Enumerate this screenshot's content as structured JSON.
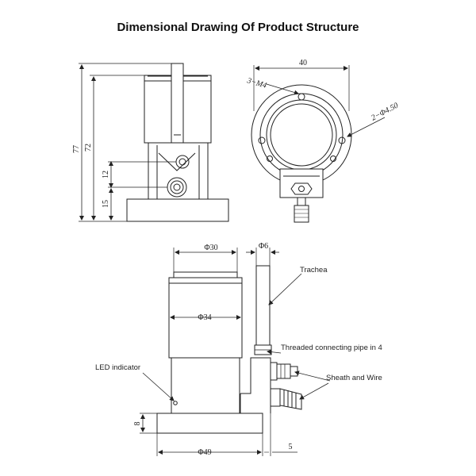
{
  "title": "Dimensional Drawing Of Product Structure",
  "side_view": {
    "dim_77": "77",
    "dim_72": "72",
    "dim_12": "12",
    "dim_15": "15"
  },
  "top_view": {
    "dim_40": "40",
    "callout_3m4": "3−M4",
    "callout_2phi": "2−Φ4.50"
  },
  "front_view": {
    "dim_phi30": "Φ30",
    "dim_phi6": "Φ6",
    "dim_phi34": "Φ34",
    "dim_phi49": "Φ49",
    "dim_8": "8",
    "dim_5": "5",
    "label_trachea": "Trachea",
    "label_pipe": "Threaded connecting pipe in 4",
    "label_led": "LED indicator",
    "label_sheath": "Sheath and Wire"
  }
}
